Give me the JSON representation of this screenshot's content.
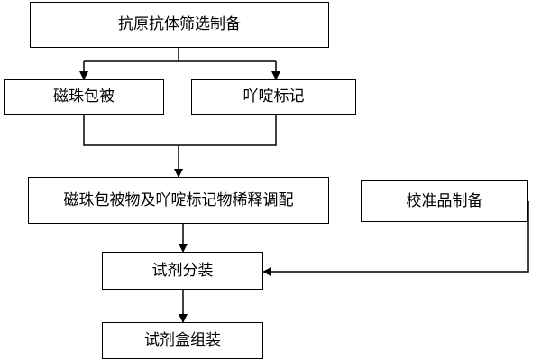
{
  "diagram": {
    "line_color": "#000000",
    "nodes": {
      "screening": "抗原抗体筛选制备",
      "coating": "磁珠包被",
      "labeling": "吖啶标记",
      "dilution": "磁珠包被物及吖啶标记物稀释调配",
      "calibrator": "校准品制备",
      "dispensing": "试剂分装",
      "assembly": "试剂盒组装"
    }
  }
}
